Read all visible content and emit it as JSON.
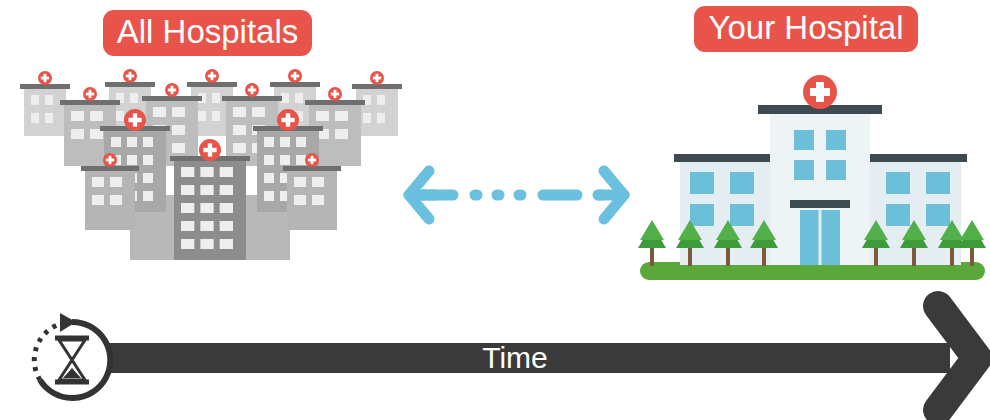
{
  "diagram": {
    "nodes": [
      {
        "text": [
          "All Hospitals"
        ]
      },
      {
        "text": [
          "Your Hospital"
        ]
      }
    ],
    "edges": [
      {
        "from": 0,
        "to": 1,
        "arrow": "both"
      }
    ],
    "labels": [
      "Time"
    ]
  }
}
